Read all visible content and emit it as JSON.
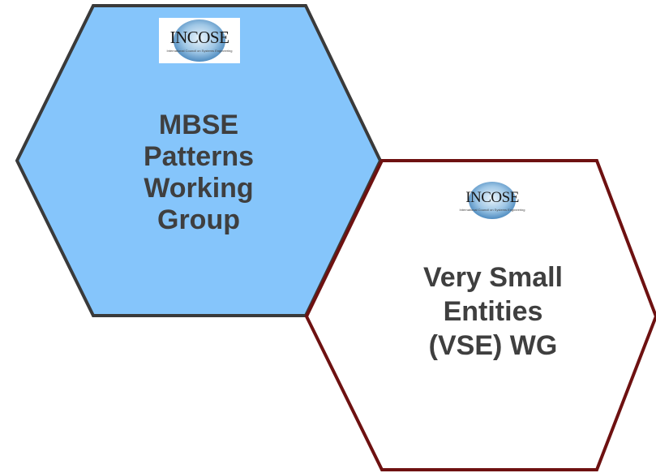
{
  "hexagons": [
    {
      "id": "mbse",
      "fill": "#85c5fb",
      "stroke": "#3a3a3a",
      "logo": {
        "word": "INCOSE",
        "sub": "International Council on Systems Engineering",
        "icon": "incose-globe-logo"
      },
      "label_lines": [
        "MBSE",
        "Patterns",
        "Working",
        "Group"
      ]
    },
    {
      "id": "vse",
      "fill": "#ffffff",
      "stroke": "#6e1111",
      "logo": {
        "word": "INCOSE",
        "sub": "International Council on Systems Engineering",
        "icon": "incose-globe-logo"
      },
      "label_lines": [
        "Very Small",
        "Entities",
        "(VSE) WG"
      ]
    }
  ]
}
